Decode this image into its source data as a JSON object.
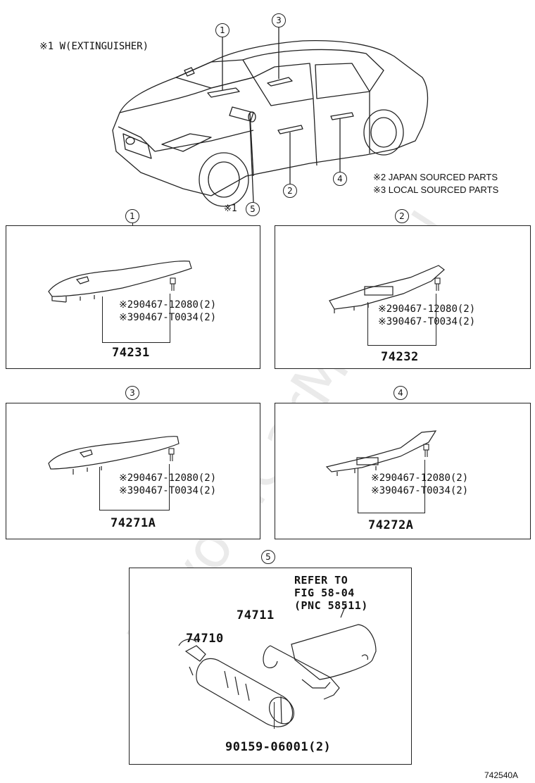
{
  "header": {
    "extinguisher_note": "※1 W(EXTINGUISHER)",
    "japan_note": "※2 JAPAN SOURCED PARTS",
    "local_note": "※3 LOCAL SOURCED PARTS",
    "callout_5_prefix": "※1"
  },
  "callouts": [
    "1",
    "2",
    "3",
    "4",
    "5"
  ],
  "panels": {
    "p1": {
      "index": "1",
      "line_a": "※290467-12080(2)",
      "line_b": "※390467-T0034(2)",
      "part": "74231"
    },
    "p2": {
      "index": "2",
      "line_a": "※290467-12080(2)",
      "line_b": "※390467-T0034(2)",
      "part": "74232"
    },
    "p3": {
      "index": "3",
      "line_a": "※290467-12080(2)",
      "line_b": "※390467-T0034(2)",
      "part": "74271A"
    },
    "p4": {
      "index": "4",
      "line_a": "※290467-12080(2)",
      "line_b": "※390467-T0034(2)",
      "part": "74272A"
    },
    "p5": {
      "index": "5",
      "refer_1": "REFER TO",
      "refer_2": "FIG 58-04",
      "refer_3": "(PNC 58511)",
      "part_a": "74711",
      "part_b": "74710",
      "part_c": "90159-06001(2)"
    }
  },
  "footer": {
    "figure_code": "742540A"
  },
  "watermark": {
    "text": "ToyotaCarMine.ru"
  }
}
